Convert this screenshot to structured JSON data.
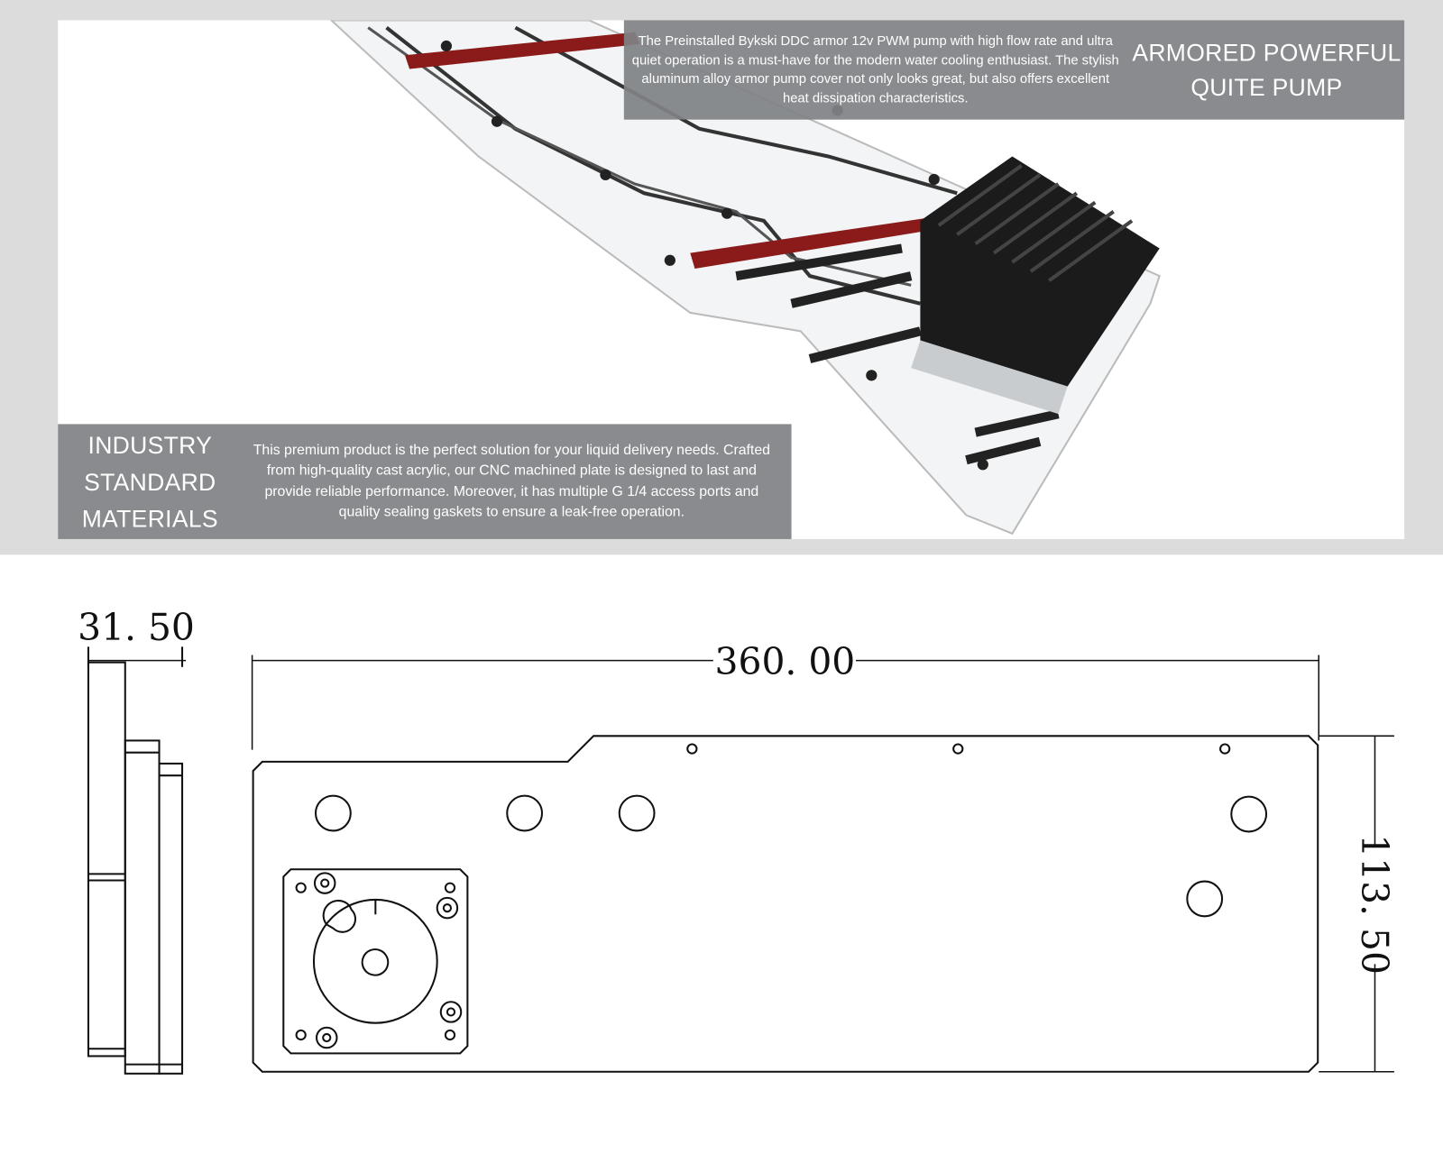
{
  "pump_feature": {
    "title": "ARMORED POWERFUL QUITE PUMP",
    "description": "The Preinstalled Bykski DDC armor 12v PWM pump with high flow rate and ultra quiet operation is a must-have for the modern water cooling enthusiast. The stylish aluminum alloy armor pump cover not only looks great, but also offers excellent heat dissipation characteristics."
  },
  "material_feature": {
    "title": "INDUSTRY STANDARD MATERIALS",
    "description": "This premium product is the perfect solution for your liquid delivery needs. Crafted from high-quality cast acrylic, our CNC machined plate is designed to last and provide reliable performance. Moreover, it has multiple G 1/4 access ports and quality sealing gaskets to ensure a leak-free operation."
  },
  "dimensions": {
    "thickness": "31. 50",
    "length": "360. 00",
    "height": "113. 50"
  },
  "colors": {
    "overlay": "#808285",
    "band": "#dcdcdc",
    "accent_red": "#c8102e"
  }
}
